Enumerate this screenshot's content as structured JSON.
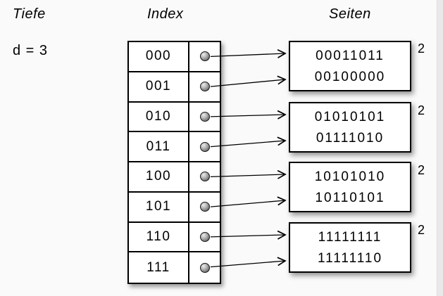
{
  "headers": {
    "depth": "Tiefe",
    "index": "Index",
    "pages": "Seiten"
  },
  "depth_value": "d = 3",
  "index_table": {
    "rows": [
      {
        "label": "000",
        "target_page": 0,
        "slot": "upper"
      },
      {
        "label": "001",
        "target_page": 0,
        "slot": "lower"
      },
      {
        "label": "010",
        "target_page": 1,
        "slot": "upper"
      },
      {
        "label": "011",
        "target_page": 1,
        "slot": "lower"
      },
      {
        "label": "100",
        "target_page": 2,
        "slot": "upper"
      },
      {
        "label": "101",
        "target_page": 2,
        "slot": "lower"
      },
      {
        "label": "110",
        "target_page": 3,
        "slot": "upper"
      },
      {
        "label": "111",
        "target_page": 3,
        "slot": "lower"
      }
    ]
  },
  "pages": [
    {
      "entries": [
        "00011011",
        "00100000"
      ],
      "local_depth": "2"
    },
    {
      "entries": [
        "01010101",
        "01111010"
      ],
      "local_depth": "2"
    },
    {
      "entries": [
        "10101010",
        "10110101"
      ],
      "local_depth": "2"
    },
    {
      "entries": [
        "11111111",
        "11111110"
      ],
      "local_depth": "2"
    }
  ],
  "colors": {
    "background": "#fafafa",
    "edge_strip": "#e9e9e9",
    "line": "#000000",
    "box_fill": "#ffffff"
  }
}
